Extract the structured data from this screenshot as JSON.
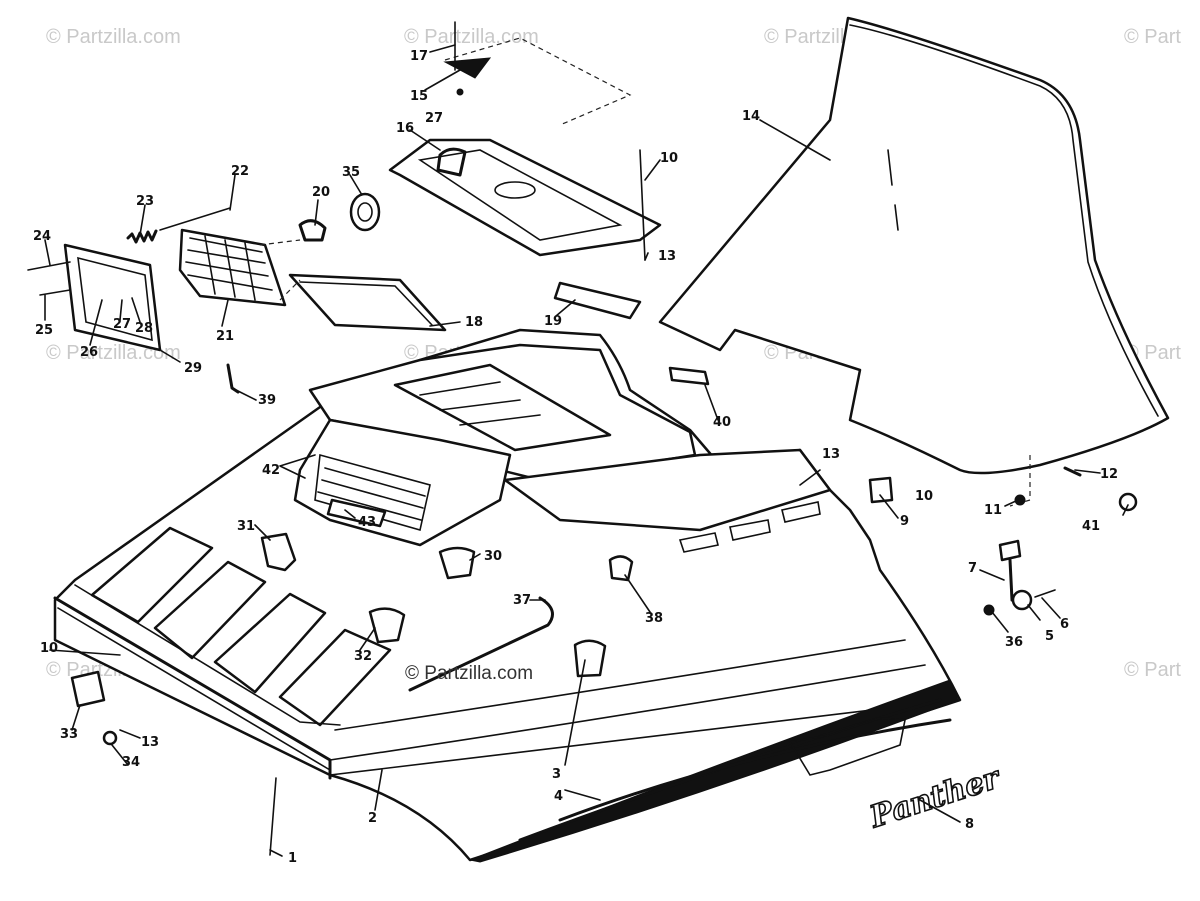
{
  "watermark": {
    "text": "© Partzilla.com",
    "center_text": "© Partzilla.com",
    "edge_text": "© Part"
  },
  "decal_text": "Panther",
  "callouts": [
    {
      "id": "c1",
      "label": "1"
    },
    {
      "id": "c2",
      "label": "2"
    },
    {
      "id": "c3",
      "label": "3"
    },
    {
      "id": "c4",
      "label": "4"
    },
    {
      "id": "c5",
      "label": "5"
    },
    {
      "id": "c6",
      "label": "6"
    },
    {
      "id": "c7",
      "label": "7"
    },
    {
      "id": "c8",
      "label": "8"
    },
    {
      "id": "c9",
      "label": "9"
    },
    {
      "id": "c10a",
      "label": "10"
    },
    {
      "id": "c10b",
      "label": "10"
    },
    {
      "id": "c10c",
      "label": "10"
    },
    {
      "id": "c11",
      "label": "11"
    },
    {
      "id": "c12",
      "label": "12"
    },
    {
      "id": "c13a",
      "label": "13"
    },
    {
      "id": "c13b",
      "label": "13"
    },
    {
      "id": "c13c",
      "label": "13"
    },
    {
      "id": "c14",
      "label": "14"
    },
    {
      "id": "c15",
      "label": "15"
    },
    {
      "id": "c16",
      "label": "16"
    },
    {
      "id": "c17",
      "label": "17"
    },
    {
      "id": "c18",
      "label": "18"
    },
    {
      "id": "c19",
      "label": "19"
    },
    {
      "id": "c20",
      "label": "20"
    },
    {
      "id": "c21",
      "label": "21"
    },
    {
      "id": "c22",
      "label": "22"
    },
    {
      "id": "c23",
      "label": "23"
    },
    {
      "id": "c24",
      "label": "24"
    },
    {
      "id": "c25",
      "label": "25"
    },
    {
      "id": "c26",
      "label": "26"
    },
    {
      "id": "c27a",
      "label": "27"
    },
    {
      "id": "c27b",
      "label": "27"
    },
    {
      "id": "c28",
      "label": "28"
    },
    {
      "id": "c29",
      "label": "29"
    },
    {
      "id": "c30",
      "label": "30"
    },
    {
      "id": "c31",
      "label": "31"
    },
    {
      "id": "c32",
      "label": "32"
    },
    {
      "id": "c33",
      "label": "33"
    },
    {
      "id": "c34",
      "label": "34"
    },
    {
      "id": "c35",
      "label": "35"
    },
    {
      "id": "c36",
      "label": "36"
    },
    {
      "id": "c37",
      "label": "37"
    },
    {
      "id": "c38",
      "label": "38"
    },
    {
      "id": "c39",
      "label": "39"
    },
    {
      "id": "c40",
      "label": "40"
    },
    {
      "id": "c41",
      "label": "41"
    },
    {
      "id": "c42",
      "label": "42"
    },
    {
      "id": "c43",
      "label": "43"
    }
  ]
}
